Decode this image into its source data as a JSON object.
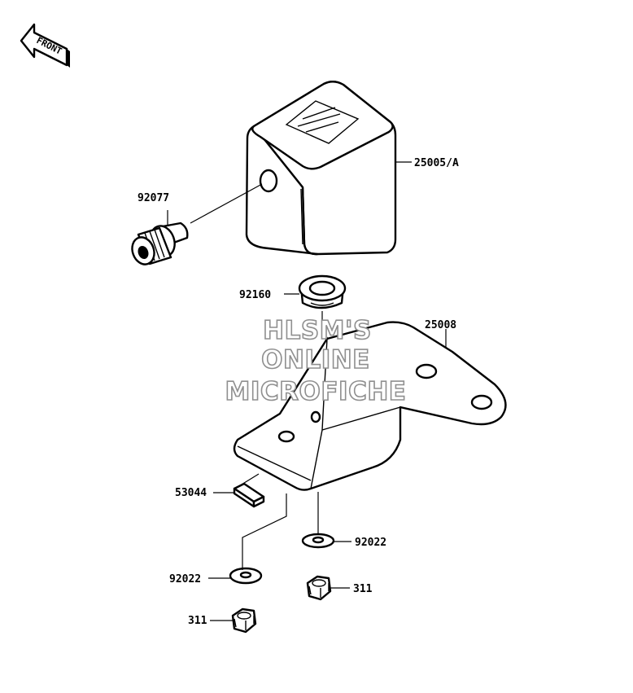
{
  "front_marker": {
    "text": "FRONT"
  },
  "watermark": {
    "lines": [
      "HLSM'S",
      "ONLINE",
      "MICROFICHE"
    ]
  },
  "parts": {
    "meter_case": "25005/A",
    "cable_fitting": "92077",
    "grommet": "92160",
    "bracket": "25008",
    "clip": "53044",
    "washer_right": "92022",
    "washer_left": "92022",
    "nut_right": "311",
    "nut_left": "311"
  }
}
